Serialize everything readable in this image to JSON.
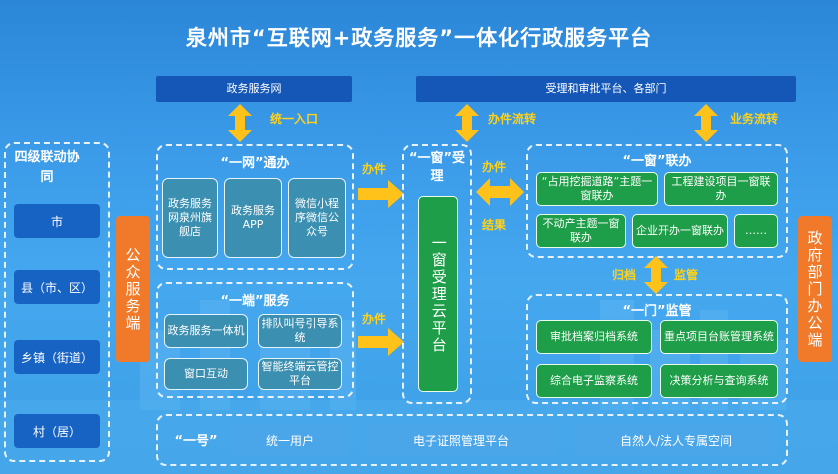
{
  "title": "泉州市“互联网+政务服务”一体化行政服务平台",
  "top_bars": {
    "left": "政务服务网",
    "right": "受理和审批平台、各部门"
  },
  "flow_labels": {
    "unified_entry": "统一入口",
    "handle_flow": "办件流转",
    "business_flow": "业务流转",
    "to_window_1": "办件",
    "to_window_2": "办件",
    "window_to_joint": "办件",
    "joint_to_window": "结果",
    "archive": "归档",
    "supervise": "监管"
  },
  "left_panel": {
    "title": "四级联动协同",
    "levels": [
      "市",
      "县（市、区）",
      "乡镇（街道）",
      "村（居）"
    ]
  },
  "public_end": "公众服务端",
  "gov_end": "政府部门办公端",
  "yiwang": {
    "title": "“一网”通办",
    "items": [
      "政务服务网泉州旗舰店",
      "政务服务APP",
      "微信小程序微信公众号"
    ]
  },
  "yiduan": {
    "title": "“一端”服务",
    "items": [
      "政务服务一体机",
      "排队叫号引导系统",
      "窗口互动",
      "智能终端云管控平台"
    ]
  },
  "window_accept": {
    "title": "“一窗”受理",
    "core": "一窗受理云平台"
  },
  "joint": {
    "title": "“一窗”联办",
    "items": [
      "“占用挖掘道路”主题一窗联办",
      "工程建设项目一窗联办",
      "不动产主题一窗联办",
      "企业开办一窗联办",
      "……"
    ]
  },
  "supervision": {
    "title": "“一门”监管",
    "items": [
      "审批档案归档系统",
      "重点项目台账管理系统",
      "综合电子监察系统",
      "决策分析与查询系统"
    ]
  },
  "yihao": {
    "title": "“一号”",
    "items": [
      "统一用户",
      "电子证照管理平台",
      "自然人/法人专属空间"
    ]
  },
  "colors": {
    "navy": "#1457b6",
    "teal": "#3b8fb0",
    "green": "#1e9e48",
    "orange": "#f07a2a",
    "arrow": "#ffc21a"
  }
}
